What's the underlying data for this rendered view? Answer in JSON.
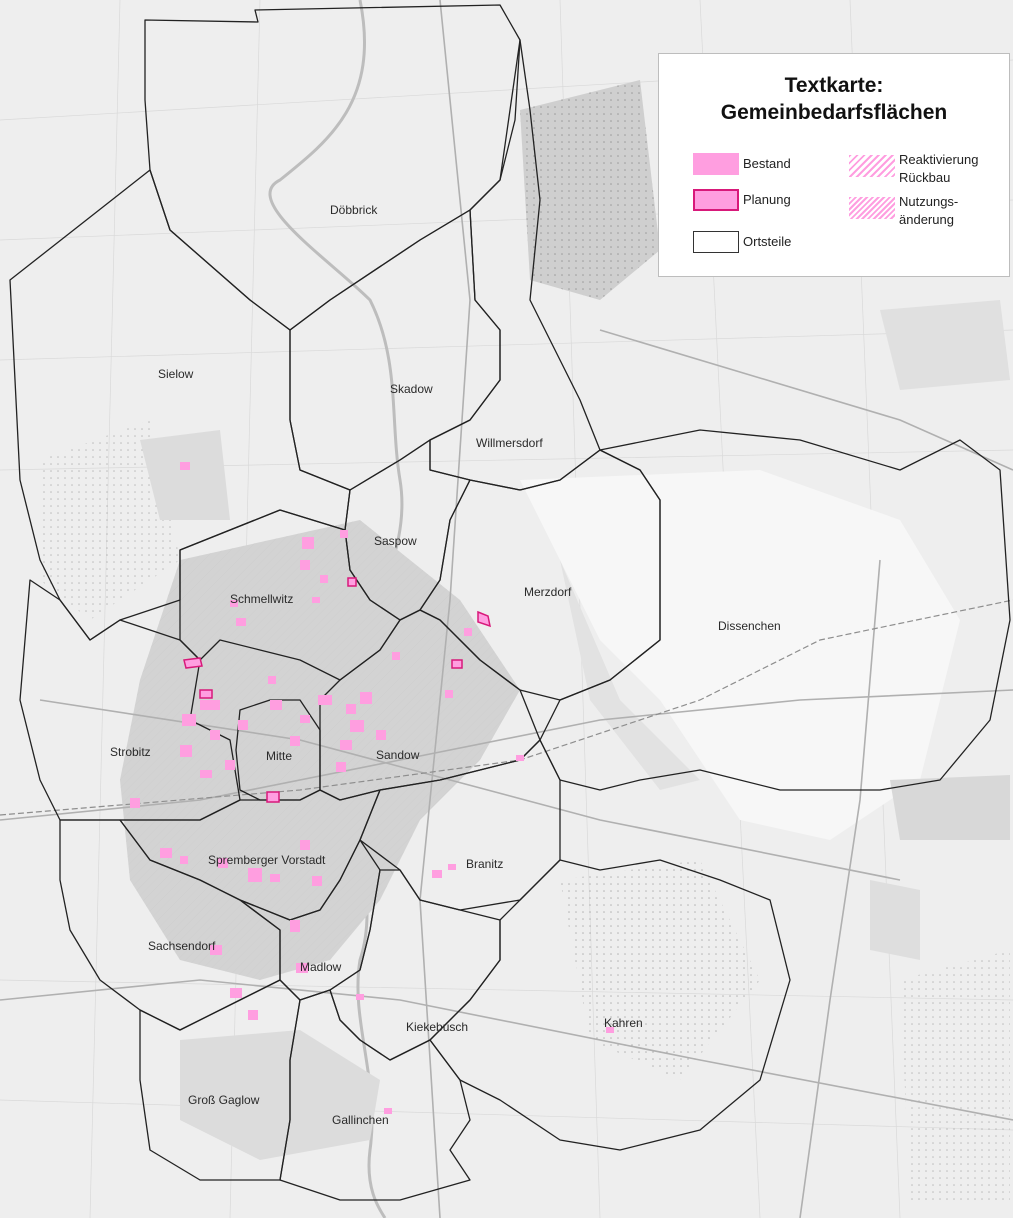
{
  "legend": {
    "title_line1": "Textkarte:",
    "title_line2": "Gemeinbedarfsflächen",
    "items": [
      {
        "label": "Bestand"
      },
      {
        "label": "Planung"
      },
      {
        "label": "Ortsteile"
      },
      {
        "label_line1": "Reaktivierung",
        "label_line2": "Rückbau"
      },
      {
        "label_line1": "Nutzungs-",
        "label_line2": "änderung"
      }
    ]
  },
  "places": [
    "Döbbrick",
    "Sielow",
    "Skadow",
    "Willmersdorf",
    "Saspow",
    "Schmellwitz",
    "Merzdorf",
    "Dissenchen",
    "Strobitz",
    "Mitte",
    "Sandow",
    "Spremberger Vorstadt",
    "Branitz",
    "Sachsendorf",
    "Madlow",
    "Kiekebusch",
    "Kahren",
    "Groß Gaglow",
    "Gallinchen"
  ],
  "colors": {
    "bestand_fill": "#ff9ee0",
    "planung_outline": "#d8197a",
    "district_boundary": "#222222",
    "basemap": "#f1f1f1"
  }
}
